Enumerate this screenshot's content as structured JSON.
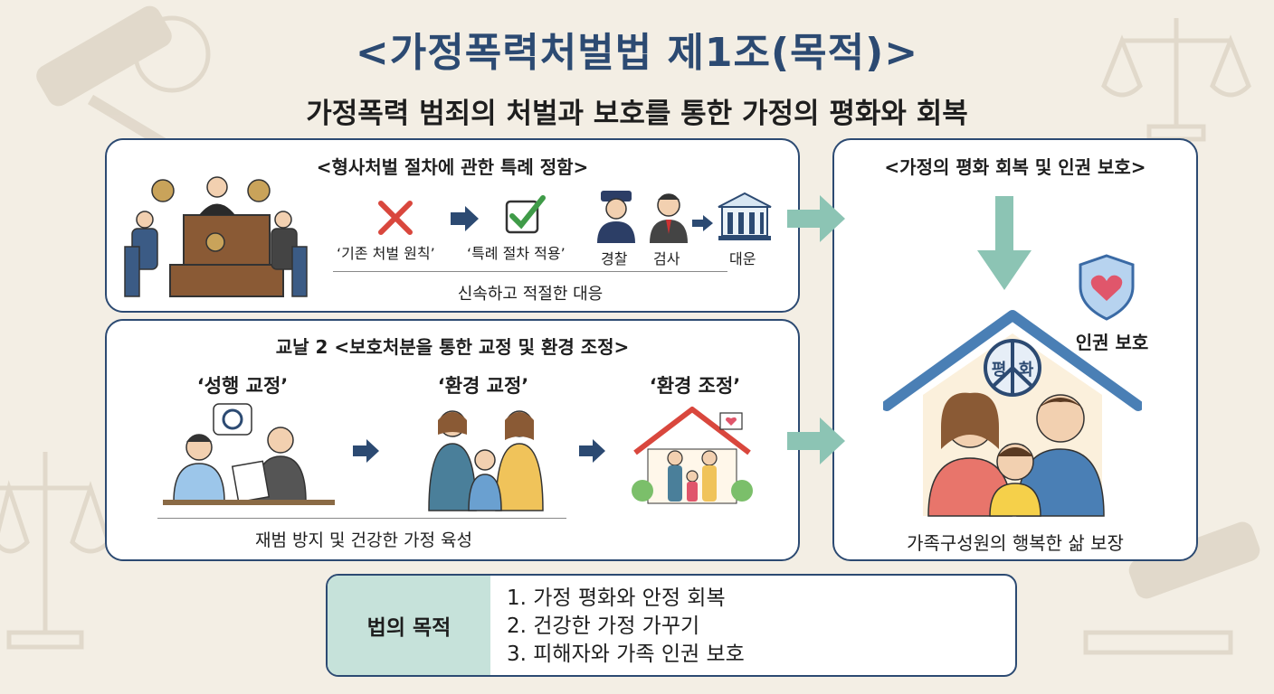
{
  "header": {
    "title": "<가정폭력처벌법 제1조(목적)>",
    "subtitle": "가정폭력 범죄의 처벌과 보호를 통한 가정의 평화와 회복"
  },
  "criminal_section": {
    "title": "<형사처벌 절차에 관한 특례 정함>",
    "steps": [
      "‘기존 처벌 원칙’",
      "‘특례 절차 적용’"
    ],
    "actors": [
      "경찰",
      "검사",
      "대운"
    ],
    "summary": "신속하고 적절한 대응"
  },
  "protection_section": {
    "title": "교날 2 <보호처분을 통한 교정 및 환경 조정>",
    "stages": [
      "‘성행 교정’",
      "‘환경 교정’",
      "‘환경 조정’"
    ],
    "summary": "재범 방지 및 건강한 가정 육성"
  },
  "result_section": {
    "title": "<가정의 평화 회복 및 인권 보호>",
    "shield_label": "인권 보호",
    "house_text": [
      "평",
      "화"
    ],
    "summary": "가족구성원의 행복한 삶 보장"
  },
  "purpose": {
    "label": "법의 목적",
    "items": [
      "1. 가정 평화와 안정 회복",
      "2. 건강한 가정 가꾸기",
      "3. 피해자와 가족 인권 보호"
    ]
  },
  "colors": {
    "navy": "#2c4a72",
    "teal_arrow": "#8cc4b4",
    "footer_head": "#c6e2da",
    "background": "#f3eee4"
  }
}
